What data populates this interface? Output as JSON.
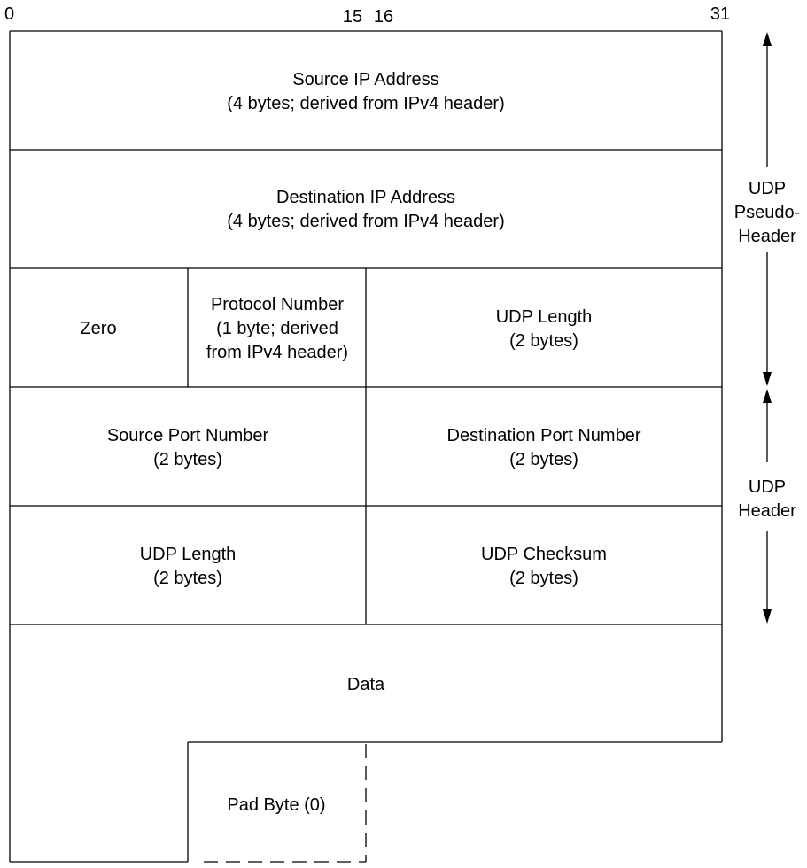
{
  "bit_positions": {
    "start": "0",
    "mid_left": "15",
    "mid_right": "16",
    "end": "31"
  },
  "fields": {
    "source_ip": {
      "name": "Source IP Address",
      "detail": "(4 bytes; derived from IPv4 header)"
    },
    "destination_ip": {
      "name": "Destination IP Address",
      "detail": "(4 bytes; derived from IPv4 header)"
    },
    "zero": {
      "name": "Zero"
    },
    "protocol_number": {
      "line1": "Protocol Number",
      "line2": "(1 byte; derived",
      "line3": "from IPv4 header)"
    },
    "pseudo_udp_length": {
      "name": "UDP Length",
      "detail": "(2 bytes)"
    },
    "source_port": {
      "name": "Source Port Number",
      "detail": "(2 bytes)"
    },
    "destination_port": {
      "name": "Destination Port Number",
      "detail": "(2 bytes)"
    },
    "udp_length": {
      "name": "UDP Length",
      "detail": "(2 bytes)"
    },
    "udp_checksum": {
      "name": "UDP Checksum",
      "detail": "(2 bytes)"
    },
    "data": {
      "name": "Data"
    },
    "pad_byte": {
      "name": "Pad Byte (0)"
    }
  },
  "side_labels": {
    "pseudo_header": {
      "line1": "UDP",
      "line2": "Pseudo-",
      "line3": "Header"
    },
    "udp_header": {
      "line1": "UDP",
      "line2": "Header"
    }
  }
}
